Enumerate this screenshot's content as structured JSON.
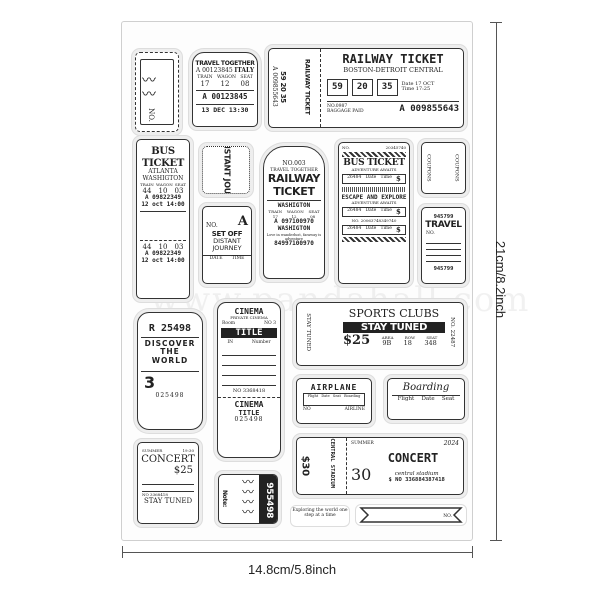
{
  "watermark": "www.pandahall.com",
  "dimensions": {
    "height": "21cm/8.2inch",
    "width": "14.8cm/5.8inch"
  },
  "stamps": {
    "postage": {
      "no": "NO."
    },
    "travel_together": {
      "title": "TRAVEL TOGETHER",
      "code": "A 00123845",
      "tag": "ITALY",
      "cols": [
        "TRAIN",
        "WAGON",
        "SEAT"
      ],
      "vals": [
        "17",
        "12",
        "08"
      ],
      "number": "A 00123845",
      "date": "13 DEC 13:30"
    },
    "railway": {
      "title": "RAILWAY TICKET",
      "route": "BOSTON-DETROIT CENTRAL",
      "nums": [
        "59",
        "20",
        "35"
      ],
      "date": "Date 17 OCT",
      "time": "Time 17:25",
      "no": "NO.0987",
      "baggage": "BAGGAGE PAID",
      "number": "A 009855643",
      "side": "RAILWAY TICKET",
      "side_num": "A 009855643",
      "stub_nums": "59 20 35"
    },
    "bus1": {
      "title1": "BUS",
      "title2": "TICKET",
      "from": "ATLANTA",
      "to": "WASHIGTON",
      "cols": [
        "TRAIN",
        "WAGON",
        "SEAT"
      ],
      "vals": [
        "44",
        "10",
        "03"
      ],
      "number": "A 09822349",
      "date": "12 oct 14:00"
    },
    "distant": {
      "text": "DISTANT JOURNEY"
    },
    "setoff": {
      "no": "NO.",
      "letter": "A",
      "title": "SET OFF",
      "sub": "DISTANT JOURNEY",
      "cols": [
        "DATE",
        "TIME"
      ]
    },
    "railtag": {
      "no": "NO.003",
      "sub": "TRAVEL TOGETHER",
      "title1": "RAILWAY",
      "title2": "TICKET",
      "dest": "WASHIGTON",
      "cols": [
        "TRAIN",
        "WAGON",
        "SEAT"
      ],
      "vals": [
        "17",
        "12",
        "08"
      ],
      "number": "A 097100970",
      "dest2": "WASHIGTON",
      "motto": "Love in wanderlust, faraway is adventure",
      "num2": "84997100970"
    },
    "bus2": {
      "no": "NO.",
      "code": "20345740",
      "title": "BUS TICKET",
      "adv": "ADVENTURE AWAITS",
      "id": "26484",
      "date": "Date",
      "time": "Time",
      "currency": "$",
      "title2": "ESCAPE AND EXPLORE",
      "adv2": "ADVENTURE AWAITS",
      "no2": "NO. 20063748349740"
    },
    "coupons": {
      "label": "COUPONS"
    },
    "travel": {
      "num": "945799",
      "title": "TRAVEL",
      "no": "NO.",
      "num2": "945799"
    },
    "discover": {
      "code": "R 25498",
      "l1": "DISCOVER",
      "l2": "THE",
      "l3": "WORLD",
      "big": "3",
      "num": "025498"
    },
    "cinema": {
      "title": "CINEMA",
      "sub": "PRIVATE CINEMA",
      "room": "Room",
      "no": "NO 3",
      "film": "TITLE",
      "in": "IN",
      "number": "Number",
      "num": "NO 3368418",
      "title2": "CINEMA",
      "film2": "TITLE",
      "num2": "025498"
    },
    "sports": {
      "title": "SPORTS CLUBS",
      "sub": "STAY TUNED",
      "price": "$25",
      "cols": [
        "AREA",
        "ROW",
        "SEAT"
      ],
      "vals": [
        "9B",
        "18",
        "348"
      ],
      "side": "STAY TUNED",
      "side_no": "NO. 22487"
    },
    "airplane": {
      "title": "AIRPLANE",
      "cols": [
        "Flight",
        "Date",
        "Seat",
        "Boarding"
      ],
      "no": "NO",
      "airline": "AIRLINE"
    },
    "boarding": {
      "title": "Boarding",
      "cols": [
        "Flight",
        "Date",
        "Seat"
      ]
    },
    "concert1": {
      "season": "SUMMER",
      "time": "19:30",
      "title": "CONCERT",
      "price": "$25",
      "no": "NO 3368418",
      "footer": "STAY TUNED"
    },
    "note": {
      "label": "Note:",
      "num": "955498"
    },
    "concert2": {
      "side": "CENTRAL STADIUM",
      "side_num": "$30",
      "season": "SUMMER",
      "year": "2024",
      "title": "CONCERT",
      "sub": "central stadium",
      "big": "30",
      "no": "$ NO 336884387418"
    },
    "exploring": {
      "text": "Exploring the world one step at a time"
    },
    "banner": {
      "no": "NO."
    }
  }
}
